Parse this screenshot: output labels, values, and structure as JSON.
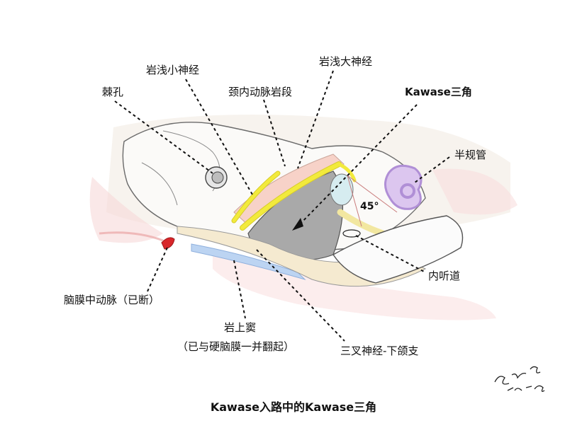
{
  "labels": {
    "foramen_spinosum": "棘孔",
    "lesser_petrosal": "岩浅小神经",
    "carotid_petrous": "颈内动脉岩段",
    "greater_petrosal": "岩浅大神经",
    "kawase_triangle": "Kawase三角",
    "semicircular": "半规管",
    "iac": "内听道",
    "mma": "脑膜中动脉（已断）",
    "petrosal_sinus": "岩上窦",
    "petrosal_sinus_note": "（已与硬脑膜一并翻起）",
    "v3": "三叉神经-下颌支",
    "angle": "45°"
  },
  "caption": "Kawase入路中的Kawase三角",
  "signature": "GuixingXu 2019-9-18",
  "colors": {
    "bone": "#f3f1ee",
    "triangle": "#a9a9a9",
    "nerve": "#f2ea3c",
    "carotid": "#f7d2c8",
    "canals": "#c9a6e6",
    "sinus": "#bcd4f2",
    "artery": "#d8262a"
  }
}
